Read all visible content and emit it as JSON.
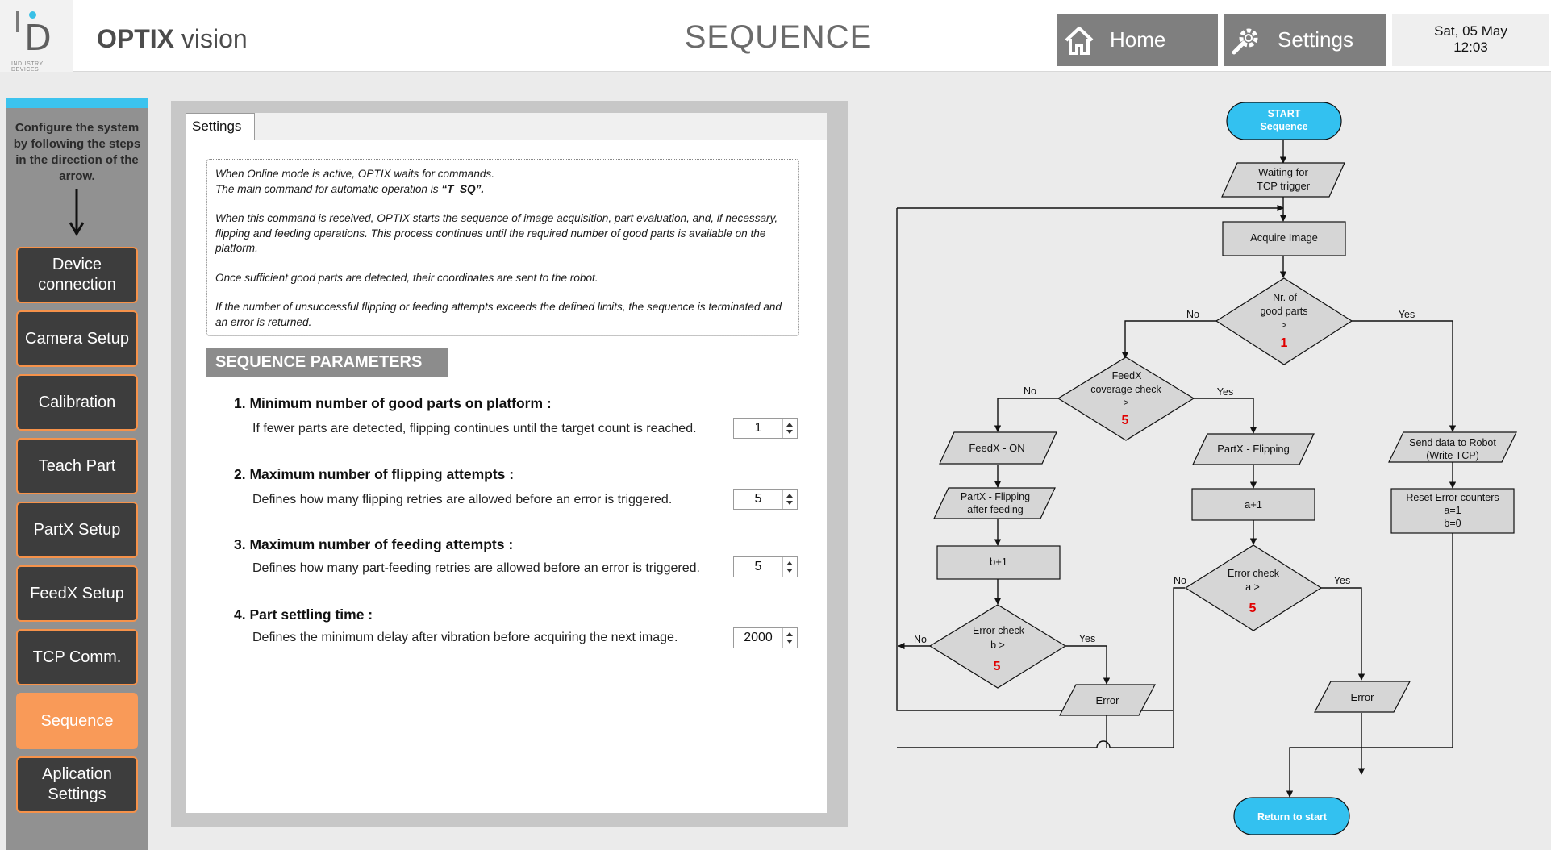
{
  "header": {
    "logo_sub": "INDUSTRY DEVICES",
    "app_title_bold": "OPTIX",
    "app_title_rest": " vision",
    "page_title": "SEQUENCE",
    "home_label": "Home",
    "settings_label": "Settings",
    "date": "Sat, 05 May",
    "time": "12:03"
  },
  "sidebar": {
    "hint": "Configure the system by following the steps in the direction of the arrow.",
    "items": [
      {
        "label": "Device connection"
      },
      {
        "label": "Camera Setup"
      },
      {
        "label": "Calibration"
      },
      {
        "label": "Teach Part"
      },
      {
        "label": "PartX Setup"
      },
      {
        "label": "FeedX Setup"
      },
      {
        "label": "TCP Comm."
      },
      {
        "label": "Sequence",
        "active": true
      },
      {
        "label": "Aplication Settings"
      }
    ],
    "colors": {
      "accent": "#f99a58",
      "strip": "#3cc3ee",
      "button": "#3d3d3d"
    }
  },
  "panel": {
    "tab_label": "Settings",
    "info": {
      "p1_line1": "When Online mode is active, OPTIX waits for commands.",
      "p1_line2_pre": "The main command for automatic operation is ",
      "p1_line2_cmd": "“T_SQ”.",
      "p2": "When this command is received, OPTIX starts the sequence of image acquisition, part evaluation, and, if necessary, flipping and feeding operations. This process continues until the required number of good parts is available on the platform.",
      "p3": "Once sufficient good parts are detected, their coordinates are sent to the robot.",
      "p4": "If the number of unsuccessful flipping or feeding attempts exceeds the defined limits, the sequence is terminated and an error is returned."
    },
    "section_title": "SEQUENCE PARAMETERS",
    "params": [
      {
        "title": "1. Minimum number of good parts on platform :",
        "desc": "If fewer parts are detected, flipping continues until the target count is reached.",
        "value": "1"
      },
      {
        "title": "2. Maximum number of flipping attempts :",
        "desc": "Defines how many flipping retries are allowed before an error is triggered.",
        "value": "5"
      },
      {
        "title": "3. Maximum number of feeding attempts :",
        "desc": "Defines how many part-feeding retries are allowed before an error is triggered.",
        "value": "5"
      },
      {
        "title": "4. Part settling time :",
        "desc": "Defines the minimum delay after vibration before acquiring the next image.",
        "value": "2000"
      }
    ]
  },
  "flowchart": {
    "start_l1": "START",
    "start_l2": "Sequence",
    "wait_l1": "Waiting for",
    "wait_l2": "TCP trigger",
    "acquire": "Acquire Image",
    "good_l1": "Nr. of",
    "good_l2": "good parts",
    "good_l3": ">",
    "good_val": "1",
    "feedx_l1": "FeedX",
    "feedx_l2": "coverage check",
    "feedx_l3": ">",
    "feedx_val": "5",
    "feedx_on": "FeedX - ON",
    "partx_after_l1": "PartX - Flipping",
    "partx_after_l2": "after feeding",
    "b_inc": "b+1",
    "errb_l1": "Error check",
    "errb_l2": "b >",
    "errb_val": "5",
    "partx_flip": "PartX - Flipping",
    "a_inc": "a+1",
    "erra_l1": "Error check",
    "erra_l2": "a >",
    "erra_val": "5",
    "send_l1": "Send data to Robot",
    "send_l2": "(Write TCP)",
    "reset_l1": "Reset Error counters",
    "reset_l2": "a=1",
    "reset_l3": "b=0",
    "error": "Error",
    "return": "Return to start",
    "yes": "Yes",
    "no": "No",
    "colors": {
      "terminal": "#33c1f0",
      "box": "#d6d6d6",
      "value": "#e00000"
    }
  }
}
